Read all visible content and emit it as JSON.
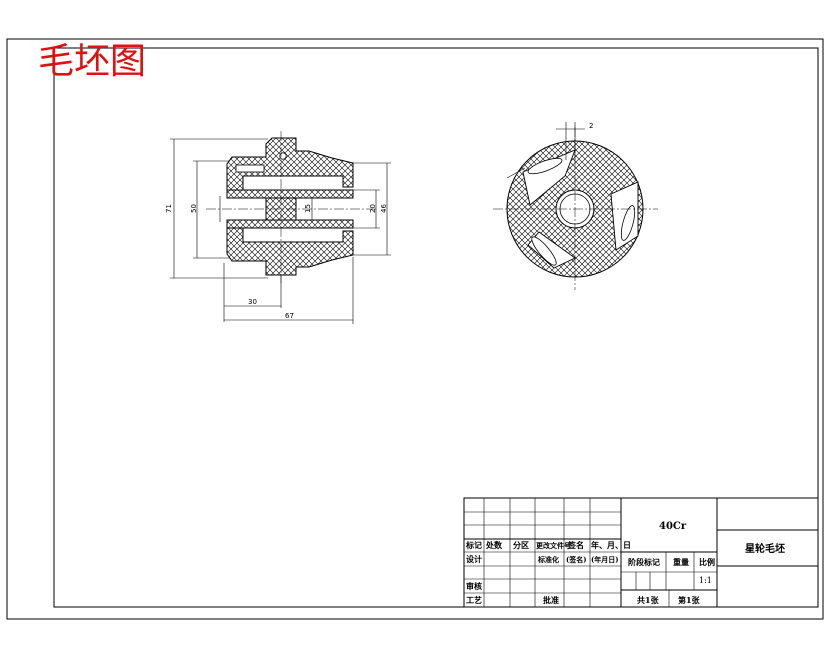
{
  "stamp_title": "毛坯图",
  "dimensions": {
    "d71": "71",
    "d50": "50",
    "d15": "15",
    "d20": "20",
    "d46": "46",
    "d30": "30",
    "d67": "67",
    "d2": "2"
  },
  "title_block": {
    "material": "40Cr",
    "part_name": "星轮毛坯",
    "scale": "1:1",
    "headers": [
      "标记",
      "处数",
      "分区",
      "更改文件号",
      "签名",
      "年、月、日"
    ],
    "row_design": [
      "设计",
      "标准化",
      "(签名)",
      "(年月日)"
    ],
    "stage_mark": "阶段标记",
    "weight": "重量",
    "ratio": "比例",
    "review": "审核",
    "process": "工艺",
    "approve": "批准",
    "total_sheets": "共1张",
    "sheet_no": "第1张"
  }
}
